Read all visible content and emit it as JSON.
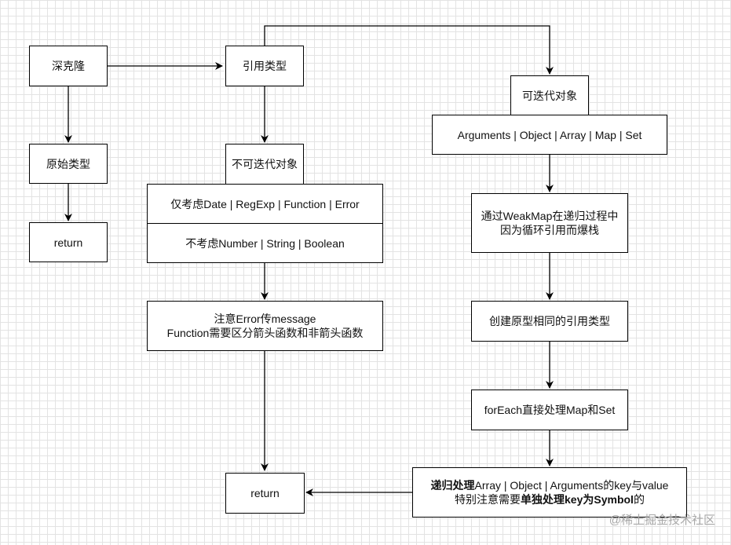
{
  "nodes": {
    "deep_clone": "深克隆",
    "primitive": "原始类型",
    "return_left": "return",
    "reference": "引用类型",
    "non_iterable": "不可迭代对象",
    "consider_only": "仅考虑Date | RegExp | Function | Error",
    "not_consider": "不考虑Number | String | Boolean",
    "note_line1": "注意Error传message",
    "note_line2": "Function需要区分箭头函数和非箭头函数",
    "return_bottom": "return",
    "iterable": "可迭代对象",
    "iterable_types": "Arguments | Object | Array | Map | Set",
    "weakmap_line1": "通过WeakMap在递归过程中",
    "weakmap_line2": "因为循环引用而爆栈",
    "create_same_proto": "创建原型相同的引用类型",
    "foreach": "forEach直接处理Map和Set",
    "recursive_bold": "递归处理",
    "recursive_rest": "Array | Object | Arguments的key与value",
    "special_pre": "特别注意需要",
    "special_bold": "单独处理key为Symbol",
    "special_post": "的"
  },
  "watermark": "@稀土掘金技术社区",
  "colors": {
    "line": "#000000",
    "grid": "#e3e3e3",
    "watermark": "#a8a8a8"
  }
}
